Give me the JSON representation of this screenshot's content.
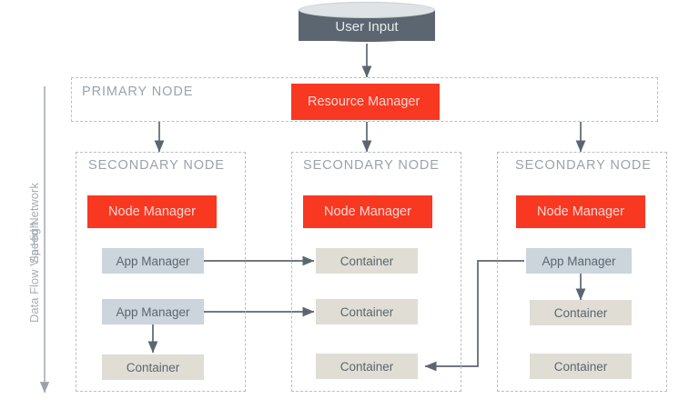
{
  "diagram": {
    "title_source": "User Input",
    "colors": {
      "accent_red": "#f93822",
      "app_manager_fill": "#ccd5dc",
      "container_fill": "#e0ddd4",
      "node_stroke": "#5b6670",
      "dashed_border": "#b9bfc4",
      "group_label_text": "#9aa3ab",
      "background": "#ffffff"
    },
    "source": {
      "label": "User Input",
      "shape": "cylinder"
    },
    "primary_node": {
      "label": "PRIMARY NODE",
      "resource_manager": "Resource Manager"
    },
    "secondary_nodes": [
      {
        "label": "SECONDARY NODE",
        "node_manager": "Node Manager",
        "items": [
          {
            "type": "app-manager",
            "label": "App Manager"
          },
          {
            "type": "app-manager",
            "label": "App Manager"
          },
          {
            "type": "container",
            "label": "Container"
          }
        ]
      },
      {
        "label": "SECONDARY NODE",
        "node_manager": "Node Manager",
        "items": [
          {
            "type": "container",
            "label": "Container"
          },
          {
            "type": "container",
            "label": "Container"
          },
          {
            "type": "container",
            "label": "Container"
          }
        ]
      },
      {
        "label": "SECONDARY NODE",
        "node_manager": "Node Manager",
        "items": [
          {
            "type": "app-manager",
            "label": "App Manager"
          },
          {
            "type": "container",
            "label": "Container"
          },
          {
            "type": "container",
            "label": "Container"
          }
        ]
      }
    ],
    "side_axis": {
      "label": "Data Flow Via High Speed Network",
      "label_line_1": "Data Flow Via High",
      "label_line_2": "Speed Network",
      "direction": "downward"
    }
  }
}
